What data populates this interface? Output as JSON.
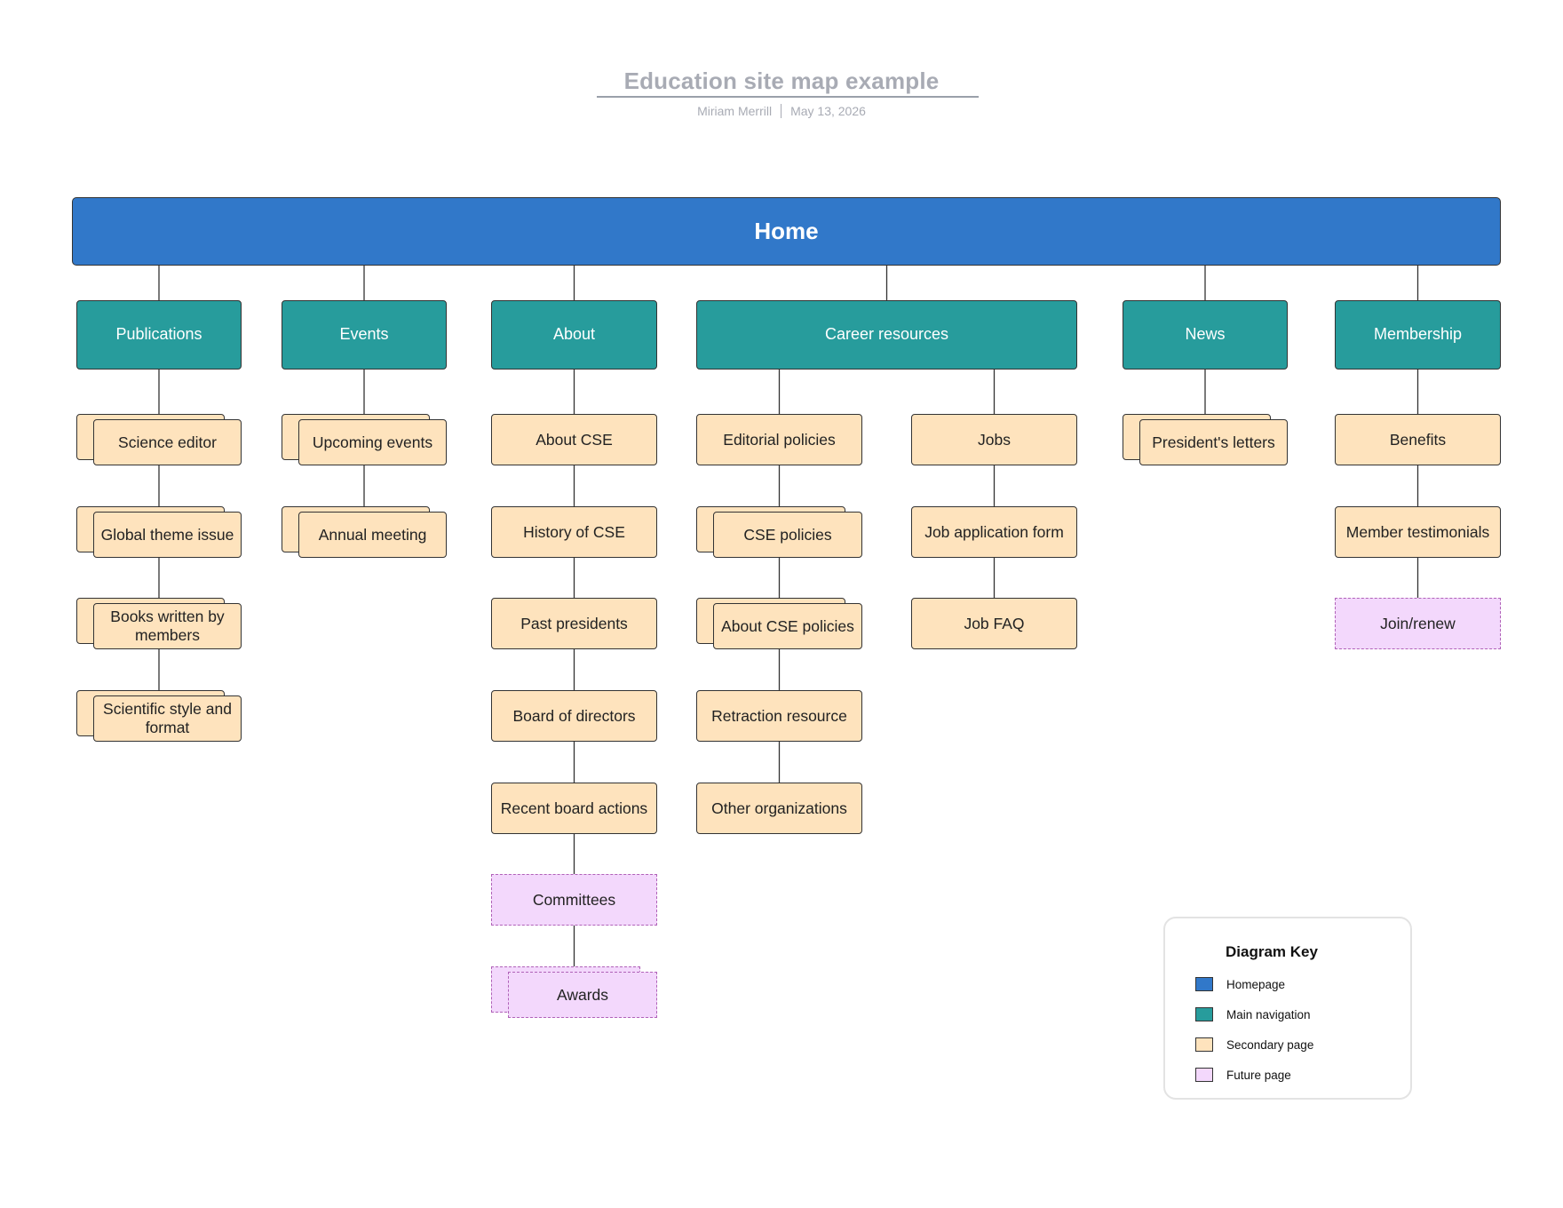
{
  "title": "Education site map example",
  "author": "Miriam Merrill",
  "date": "May 13, 2026",
  "colors": {
    "homepage": "#3178c9",
    "main_navigation": "#279c9c",
    "secondary_page": "#fee3bd",
    "future_page": "#f3d8fc",
    "future_border": "#b062b8",
    "line": "#333333"
  },
  "home": {
    "label": "Home"
  },
  "sections": [
    {
      "label": "Publications",
      "columns": [
        [
          {
            "label": "Science editor",
            "kind": "secondary",
            "stacked": true
          },
          {
            "label": "Global theme issue",
            "kind": "secondary",
            "stacked": true
          },
          {
            "label": "Books written by members",
            "kind": "secondary",
            "stacked": true
          },
          {
            "label": "Scientific style and format",
            "kind": "secondary",
            "stacked": true
          }
        ]
      ]
    },
    {
      "label": "Events",
      "columns": [
        [
          {
            "label": "Upcoming events",
            "kind": "secondary",
            "stacked": true
          },
          {
            "label": "Annual meeting",
            "kind": "secondary",
            "stacked": true
          }
        ]
      ]
    },
    {
      "label": "About",
      "columns": [
        [
          {
            "label": "About CSE",
            "kind": "secondary",
            "stacked": false
          },
          {
            "label": "History of CSE",
            "kind": "secondary",
            "stacked": false
          },
          {
            "label": "Past presidents",
            "kind": "secondary",
            "stacked": false
          },
          {
            "label": "Board of directors",
            "kind": "secondary",
            "stacked": false
          },
          {
            "label": "Recent board actions",
            "kind": "secondary",
            "stacked": false
          },
          {
            "label": "Committees",
            "kind": "future",
            "stacked": false
          },
          {
            "label": "Awards",
            "kind": "future",
            "stacked": true
          }
        ]
      ]
    },
    {
      "label": "Career resources",
      "columns": [
        [
          {
            "label": "Editorial policies",
            "kind": "secondary",
            "stacked": false
          },
          {
            "label": "CSE policies",
            "kind": "secondary",
            "stacked": true
          },
          {
            "label": "About CSE policies",
            "kind": "secondary",
            "stacked": true
          },
          {
            "label": "Retraction resource",
            "kind": "secondary",
            "stacked": false
          },
          {
            "label": "Other organizations",
            "kind": "secondary",
            "stacked": false
          }
        ],
        [
          {
            "label": "Jobs",
            "kind": "secondary",
            "stacked": false
          },
          {
            "label": "Job application form",
            "kind": "secondary",
            "stacked": false
          },
          {
            "label": "Job FAQ",
            "kind": "secondary",
            "stacked": false
          }
        ]
      ]
    },
    {
      "label": "News",
      "columns": [
        [
          {
            "label": "President's letters",
            "kind": "secondary",
            "stacked": true
          }
        ]
      ]
    },
    {
      "label": "Membership",
      "columns": [
        [
          {
            "label": "Benefits",
            "kind": "secondary",
            "stacked": false
          },
          {
            "label": "Member testimonials",
            "kind": "secondary",
            "stacked": false
          },
          {
            "label": "Join/renew",
            "kind": "future",
            "stacked": false
          }
        ]
      ]
    }
  ],
  "key": {
    "title": "Diagram Key",
    "items": [
      {
        "label": "Homepage",
        "color": "#3178c9"
      },
      {
        "label": "Main navigation",
        "color": "#279c9c"
      },
      {
        "label": "Secondary page",
        "color": "#fee3bd"
      },
      {
        "label": "Future page",
        "color": "#f3d8fc"
      }
    ]
  }
}
